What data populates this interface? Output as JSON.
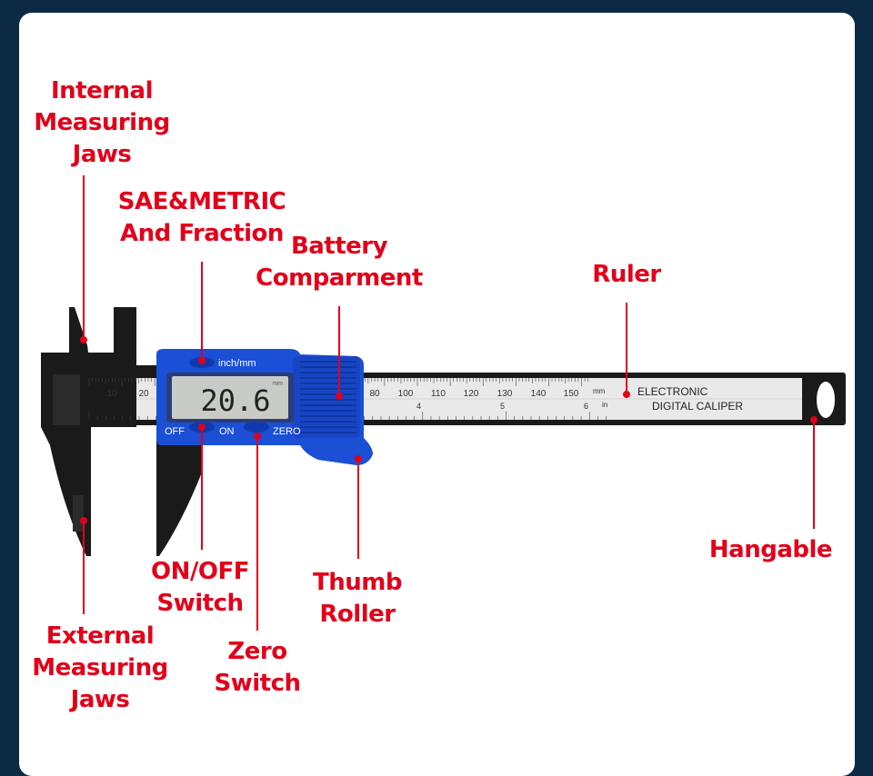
{
  "callouts": {
    "internal_jaws": "Internal\nMeasuring\nJaws",
    "sae_metric": "SAE&METRIC\nAnd Fraction",
    "battery": "Battery\nComparment",
    "ruler": "Ruler",
    "hangable": "Hangable",
    "onoff": "ON/OFF\nSwitch",
    "thumb": "Thumb\nRoller",
    "zero": "Zero\nSwitch",
    "external_jaws": "External\nMeasuring\nJaws"
  },
  "caliper": {
    "display_value": "20.6",
    "unit_button": "inch/mm",
    "off_label": "OFF",
    "on_label": "ON",
    "zero_label": "ZERO",
    "brand_line1": "ELECTRONIC",
    "brand_line2": "DIGITAL CALIPER",
    "mm_label": "mm",
    "in_label": "in",
    "mm_ticks": [
      "10",
      "20",
      "80",
      "100",
      "110",
      "120",
      "130",
      "140",
      "150"
    ],
    "inch_ticks": [
      "4",
      "5",
      "6"
    ]
  },
  "colors": {
    "label_red": "#e2001a",
    "body_blue": "#1a4fd6",
    "frame_black": "#1a1a1a",
    "background_navy": "#0d2a44"
  }
}
